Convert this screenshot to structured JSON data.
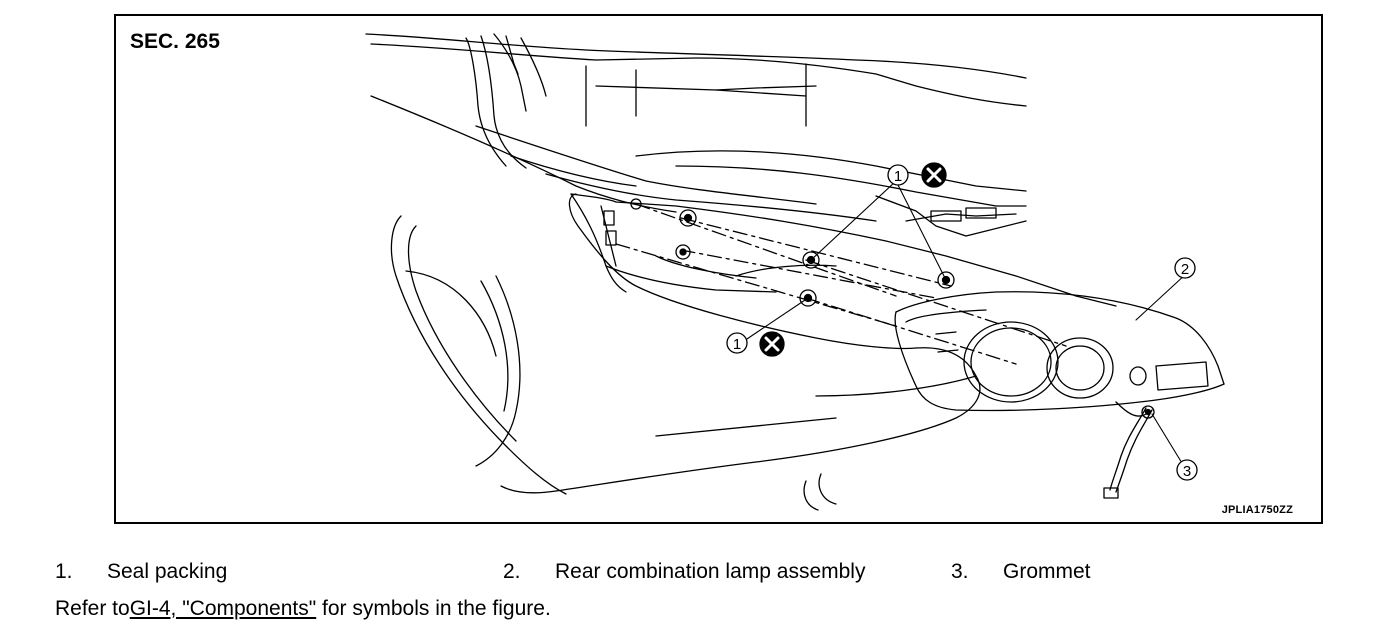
{
  "figure": {
    "section_label": "SEC. 265",
    "figure_code": "JPLIA1750ZZ",
    "callouts": [
      {
        "number": "1",
        "part": "seal-packing",
        "replace": true
      },
      {
        "number": "1",
        "part": "seal-packing",
        "replace": true
      },
      {
        "number": "2",
        "part": "rear-combination-lamp-assembly",
        "replace": false
      },
      {
        "number": "3",
        "part": "grommet",
        "replace": false
      }
    ]
  },
  "legend": [
    {
      "number": "1.",
      "label": "Seal packing"
    },
    {
      "number": "2.",
      "label": "Rear combination lamp assembly"
    },
    {
      "number": "3.",
      "label": "Grommet"
    }
  ],
  "note": {
    "prefix": "Refer to",
    "link": "GI-4, \"Components\"",
    "suffix": " for symbols in the figure."
  }
}
